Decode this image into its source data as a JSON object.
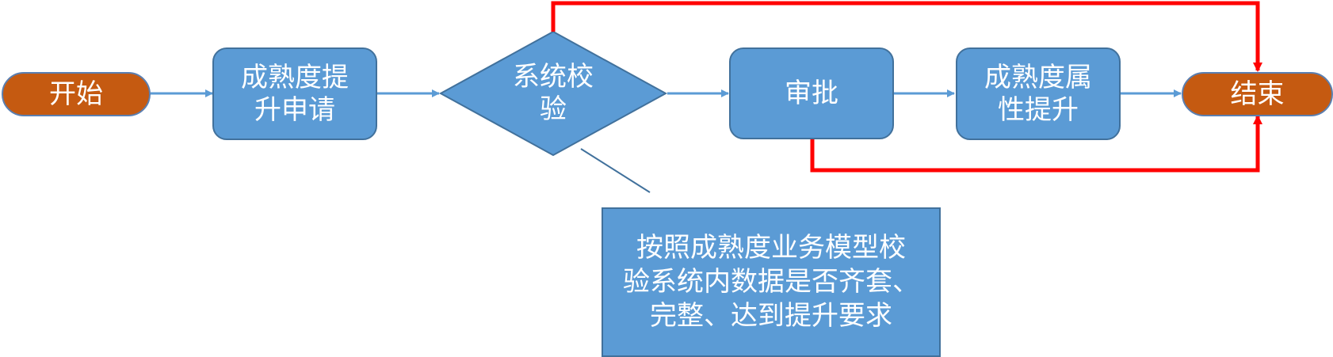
{
  "nodes": {
    "start": "开始",
    "apply": "成熟度提\n升申请",
    "check": "系统校\n验",
    "approve": "审批",
    "raise": "成熟度属\n性提升",
    "end": "结束"
  },
  "note": "按照成熟度业务模型校\n验系统内数据是否齐套、\n完整、达到提升要求",
  "colors": {
    "terminal_fill": "#c55a11",
    "process_fill": "#5b9bd5",
    "arrow_blue": "#5b9bd5",
    "arrow_red": "#ff0000"
  }
}
